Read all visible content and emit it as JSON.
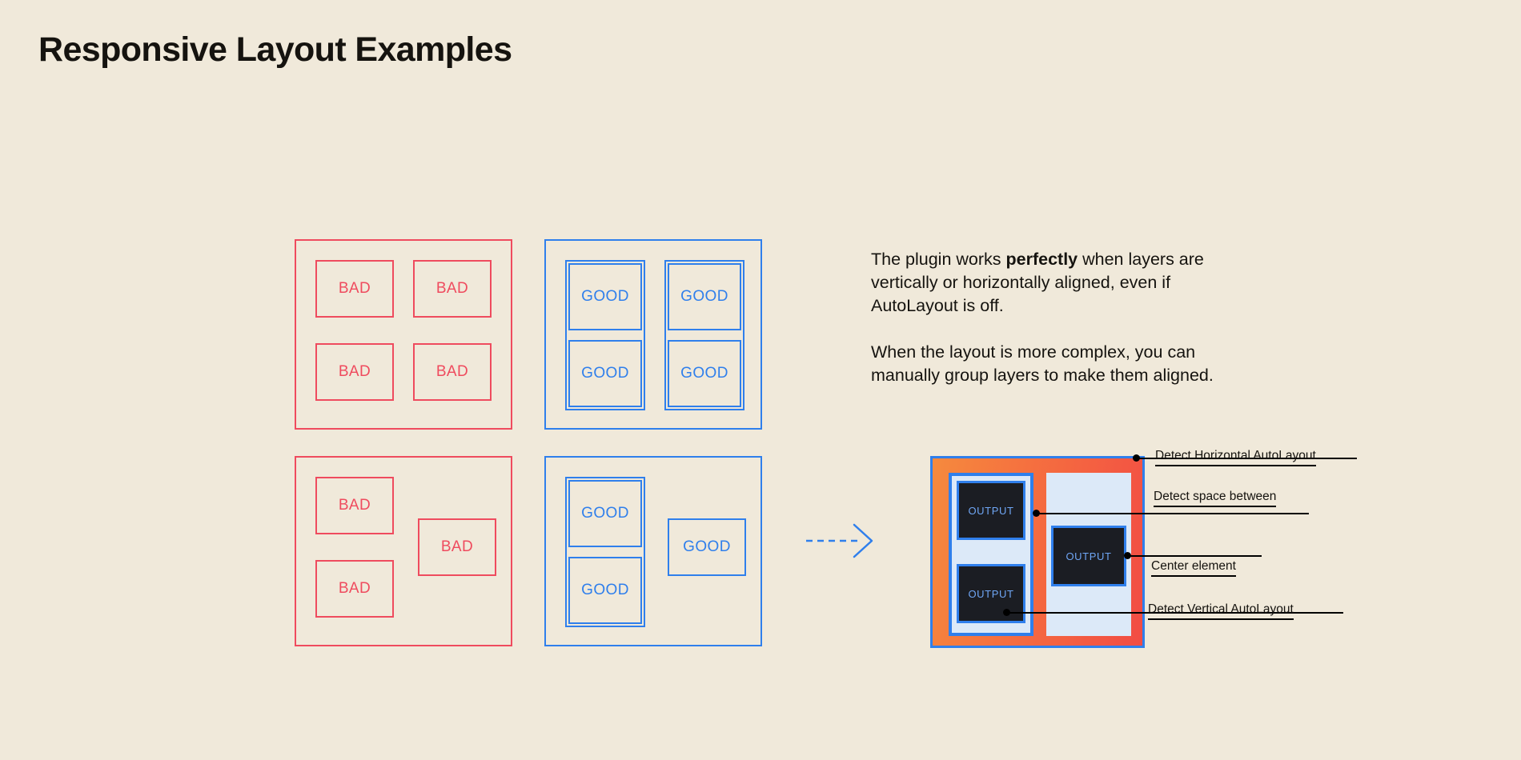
{
  "page": {
    "title": "Responsive Layout Examples",
    "background_color": "#f0e9da"
  },
  "colors": {
    "bad": "#ef4b5e",
    "good": "#2f7fec",
    "text": "#15130f",
    "panel_orange": "#f58a3e",
    "panel_red": "#f24c44",
    "light_blue": "#dce9f8",
    "output_bg": "#1b1d23",
    "output_text": "#6fa6f5"
  },
  "examples": {
    "bad_grid": {
      "title": "bad-grid",
      "cells": [
        "BAD",
        "BAD",
        "BAD",
        "BAD"
      ]
    },
    "good_grid": {
      "title": "good-grid",
      "groups": [
        {
          "cells": [
            "GOOD",
            "GOOD"
          ]
        },
        {
          "cells": [
            "GOOD",
            "GOOD"
          ]
        }
      ]
    },
    "bad_complex": {
      "title": "bad-complex",
      "cells": [
        "BAD",
        "BAD",
        "BAD"
      ]
    },
    "good_complex": {
      "title": "good-complex",
      "group_cells": [
        "GOOD",
        "GOOD"
      ],
      "solo_cell": "GOOD"
    }
  },
  "arrow": {
    "icon": "dashed-arrow-right-icon",
    "color": "#2f7fec",
    "style": "dashed"
  },
  "description": {
    "paragraph_1_part_1": "The plugin works ",
    "paragraph_1_bold": "perfectly",
    "paragraph_1_part_2": " when layers are vertically or horizontally aligned, even if AutoLayout is off.",
    "paragraph_2": "When the layout is more complex, you can manually group layers to make them aligned."
  },
  "plugin_preview": {
    "output_labels": [
      "OUTPUT",
      "OUTPUT",
      "OUTPUT"
    ],
    "annotations": [
      {
        "label": "Detect Horizontal AutoLayout"
      },
      {
        "label": "Detect space between"
      },
      {
        "label": "Center element"
      },
      {
        "label": "Detect Vertical AutoLayout"
      }
    ]
  }
}
